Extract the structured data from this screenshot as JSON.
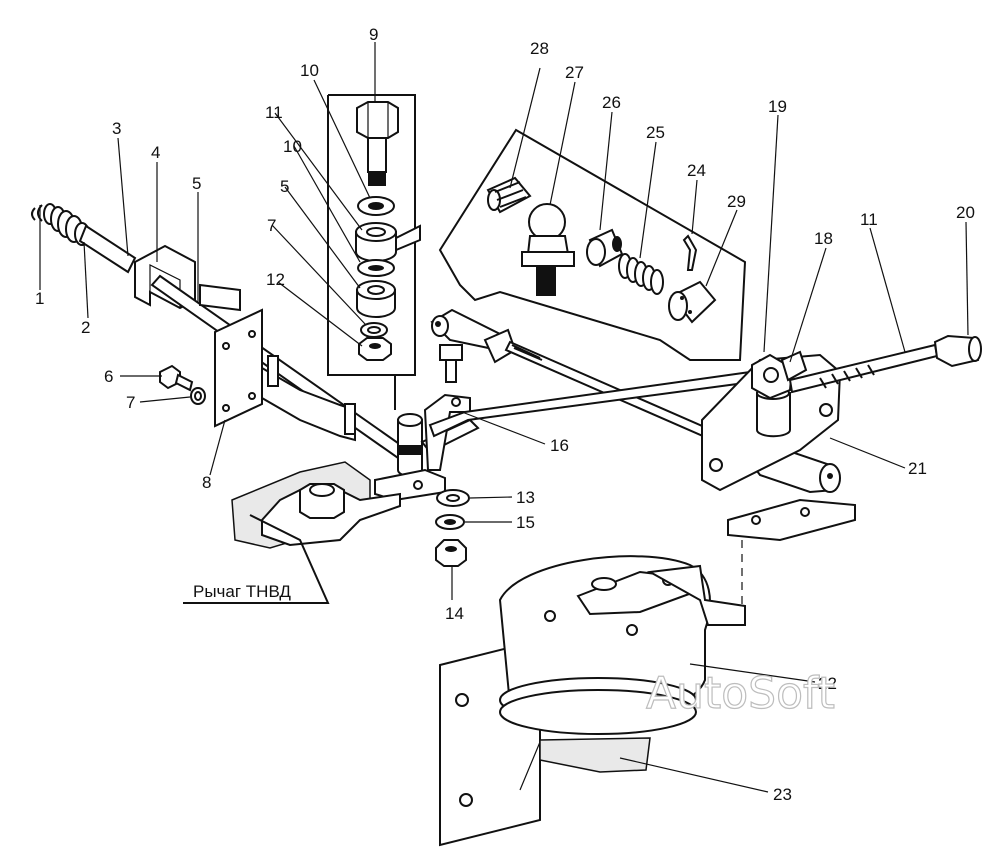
{
  "diagram": {
    "part_numbers": [
      "1",
      "2",
      "3",
      "4",
      "5",
      "6",
      "7",
      "8",
      "9",
      "10",
      "11",
      "12",
      "13",
      "14",
      "15",
      "16",
      "18",
      "19",
      "20",
      "21",
      "22",
      "23",
      "24",
      "25",
      "26",
      "27",
      "28",
      "29"
    ],
    "labels": {
      "n1": "1",
      "n2": "2",
      "n3": "3",
      "n4": "4",
      "n5a": "5",
      "n5b": "5",
      "n6": "6",
      "n7a": "7",
      "n7b": "7",
      "n8": "8",
      "n9": "9",
      "n10a": "10",
      "n10b": "10",
      "n11a": "11",
      "n11b": "11",
      "n12": "12",
      "n13": "13",
      "n14": "14",
      "n15": "15",
      "n16": "16",
      "n18": "18",
      "n19": "19",
      "n20": "20",
      "n21": "21",
      "n22": "22",
      "n23": "23",
      "n24": "24",
      "n25": "25",
      "n26": "26",
      "n27": "27",
      "n28": "28",
      "n29": "29"
    },
    "callout_label": "Рычаг ТНВД",
    "watermark": "AutoSoft"
  }
}
